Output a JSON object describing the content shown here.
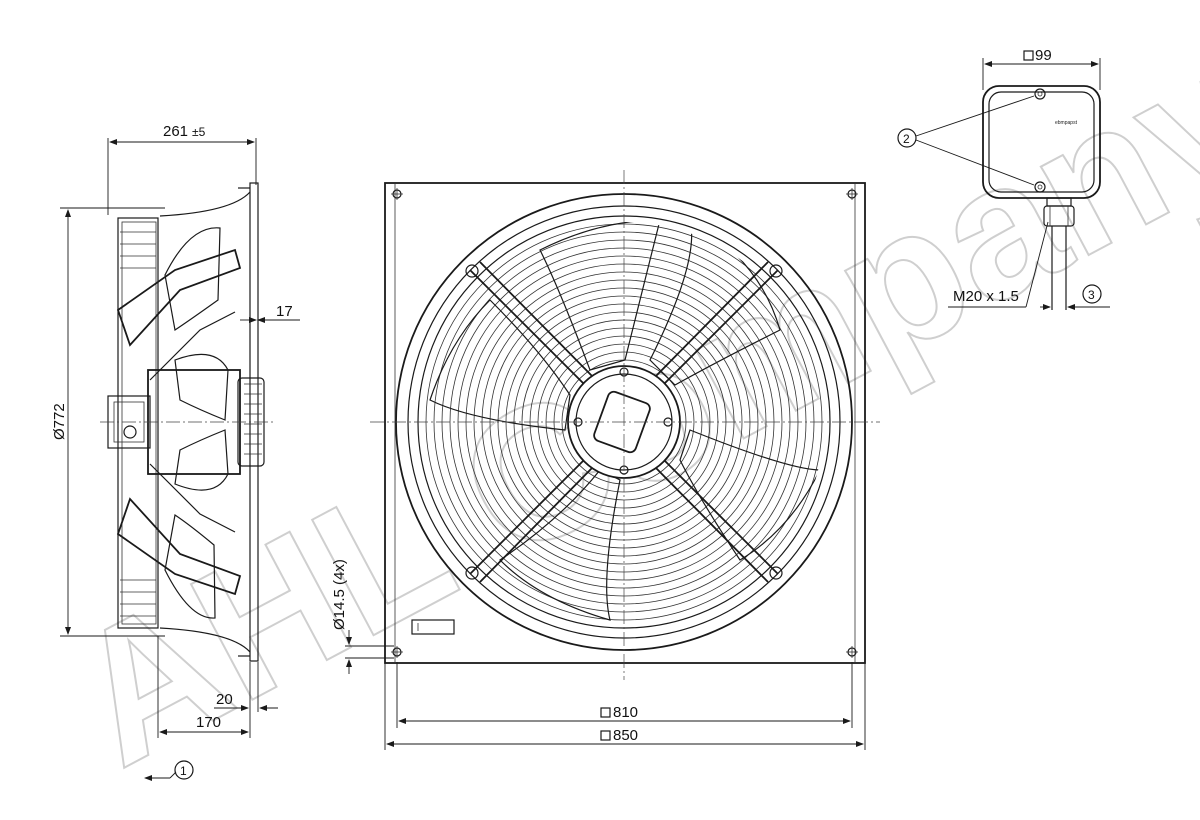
{
  "watermark": "AHL Company",
  "dimensions": {
    "depth": "261",
    "depth_tol": "±5",
    "diameter": "Ø772",
    "guard_offset": "17",
    "flange_thickness": "20",
    "motor_depth": "170",
    "hole_diameter": "Ø14.5 (4x)",
    "hole_pitch": "810",
    "plate_size": "850",
    "box_size": "99",
    "thread": "M20 x 1.5"
  },
  "callouts": {
    "c1": "1",
    "c2": "2",
    "c3": "3"
  },
  "terminal_box": {
    "brand": "ebmpapst"
  }
}
